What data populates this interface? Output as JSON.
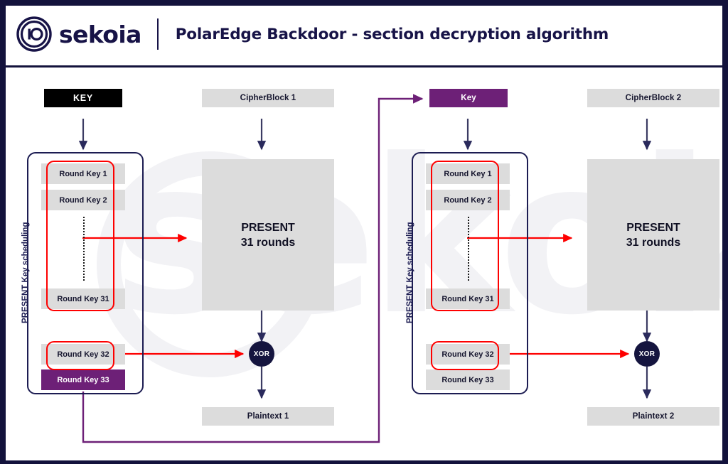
{
  "header": {
    "logo_icon": "sekoia-io-circle-logo",
    "logo_word": "sekoia",
    "title": "PolarEdge Backdoor - section decryption algorithm"
  },
  "colors": {
    "navy": "#171347",
    "purple": "#6d2077",
    "red": "#fe0000",
    "gray": "#dcdcdc",
    "black": "#000000",
    "xor_navy": "#15153f"
  },
  "diagram": {
    "watermark_text": "sekoia",
    "stage1": {
      "key_box_label": "KEY",
      "key_scheduling_label": "PRESENT Key scheduling",
      "round_keys": [
        {
          "label": "Round Key 1",
          "style": "gray"
        },
        {
          "label": "Round Key 2",
          "style": "gray"
        },
        {
          "label": "Round Key 31",
          "style": "gray"
        },
        {
          "label": "Round Key 32",
          "style": "gray"
        },
        {
          "label": "Round Key 33",
          "style": "purple"
        }
      ],
      "cipherblock_label": "CipherBlock 1",
      "present_line1": "PRESENT",
      "present_line2": "31 rounds",
      "xor_label": "XOR",
      "plaintext_label": "Plaintext 1"
    },
    "stage2": {
      "key_box_label": "Key",
      "key_scheduling_label": "PRESENT Key scheduling",
      "round_keys": [
        {
          "label": "Round Key 1",
          "style": "gray"
        },
        {
          "label": "Round Key 2",
          "style": "gray"
        },
        {
          "label": "Round Key 31",
          "style": "gray"
        },
        {
          "label": "Round Key 32",
          "style": "gray"
        },
        {
          "label": "Round Key 33",
          "style": "gray"
        }
      ],
      "cipherblock_label": "CipherBlock 2",
      "present_line1": "PRESENT",
      "present_line2": "31 rounds",
      "xor_label": "XOR",
      "plaintext_label": "Plaintext 2"
    }
  }
}
